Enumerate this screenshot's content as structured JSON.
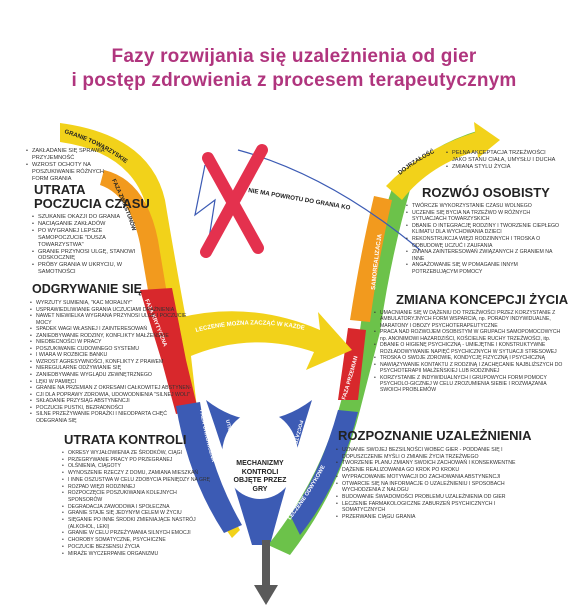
{
  "title_line1": "Fazy rozwijania się uzależnienia od gier",
  "title_line2": "i postęp zdrowienia z procesem terapeutycznym",
  "center_text": "MECHANIZMY KONTROLI OBJĘTE PRZEZ GRY",
  "arrow_labels": {
    "no_return": "NIE MA POWROTU DO GRANIA KONTROLOWANEGO",
    "treatment_start": "LECZENIE MOŻNA ZACZĄĆ W KAŻDEJ FAZIE CHOROBY",
    "left_top": "GRANIE TOWARZYSKIE",
    "left_mid": "FAZA ZWIASTUNÓW",
    "left_lower": "FAZA KRYTYCZNA",
    "left_bottom": "FAZA CHRONICZNA",
    "center_down_left": "UTRATA KONTROLI GRANIA",
    "center_down_right": "POCZĄTEK GRANIA",
    "right_bottom": "LECZENIE ODWYKOWE",
    "right_mid": "FAZA PRZEMIAN",
    "right_upper": "SAMOREALIZACJA",
    "right_top": "DOJRZAŁOŚĆ"
  },
  "colors": {
    "title": "#b0357e",
    "red_arrow": "#d8282c",
    "blue_arrow": "#3c5bb4",
    "yellow_arrow": "#f2d21a",
    "orange_arrow": "#f29a1e",
    "green_arrow": "#6cc24a",
    "cross": "#e4314e",
    "down_arrow": "#5a5a5a"
  },
  "sections": {
    "utrata_czasu": {
      "heading_line1": "UTRATA",
      "heading_line2": "POCZUCIA CZASU",
      "items": [
        "SZUKANIE OKAZJI DO GRANIA",
        "NACIĄGANIE ZAKŁADÓW",
        "PO WYGRANEJ LEPSZE SAMOPOCZUCIE \"DUSZA TOWARZYSTWA\"",
        "GRANIE PRZYNOSI ULGĘ, STANOWI ODSKOCZNIĘ",
        "PRÓBY GRANIA W UKRYCIU, W SAMOTNOŚCI"
      ]
    },
    "top_left_intro": {
      "items": [
        "ZAKŁADANIE SIĘ SPRAWIA PRZYJEMNOŚĆ",
        "WZROST OCHOTY NA POSZUKIWANIE RÓŻNYCH FORM GRANIA"
      ]
    },
    "odgrywanie": {
      "heading": "ODGRYWANIE SIĘ",
      "items": [
        "WYRZUTY SUMIENIA, \"KAC MORALNY\"",
        "USPRAWIEDLIWIANIE GRANIA UCZUCIAMI DRAŻNIENIA",
        "NAWET NIEWIELKA WYGRANA PRZYNOSI ULGĘ I POCZUCIE MOCY",
        "SPADEK WAGI WŁASNEJ I ZAINTERESOWAŃ",
        "ZANIEDBYWANIE RODZINY, KONFLIKTY MAŁŻEŃSKIE",
        "NIEOBECNOŚCI W PRACY",
        "POSZUKIWANIE CUDOWNEGO SYSTEMU",
        "I WIARA W ROZBICIE BANKU",
        "WZROST AGRESYWNOŚCI, KONFLIKTY Z PRAWEM",
        "NIEREGULARNE ODŻYWIANIE SIĘ",
        "ZANIEDBYWANIE WYGLĄDU ZEWNĘTRZNEGO",
        "LĘKI W PAMIĘCI",
        "GRANIE NA PRZEMIAN Z OKRESAMI CAŁKOWITEJ ABSTYNEN-",
        "CJI DLA POPRAWY ZDROWIA, UDOWODNIENIA \"SILNEJ WOLI\"",
        "SKŁADANIE PRZYSIĄG ABSTYNENCJI",
        "POCZUCIE PUSTKI, BEZRADNOŚCI",
        "SILNE PRZEŻYWANIE PORAŻKI I NIEODPARTA CHĘĆ ODEGRANIA SIĘ"
      ]
    },
    "utrata_kontroli": {
      "heading": "UTRATA KONTROLI",
      "items": [
        "OKRESY WYJAŁOWIENIA ZE ŚRODKÓW, CIĄGI",
        "PRZEGRYWANIE PRACY PO PRZEGRANEJ",
        "OLŚNIENIA, CIĄGOTY",
        "WYNOSZENIE RZECZY Z DOMU, ZAMIANA MIESZKAŃ",
        "I INNE OSZUSTWA W CELU ZDOBYCIA PIENIĘDZY NA GRĘ",
        "ROZPAD WIĘZI RODZINNEJ",
        "ROZPOCZĘCIE POSZUKIWANIA KOLEJNYCH SPONSORÓW",
        "DEGRADACJA ZAWODOWA I SPOŁECZNA",
        "GRANIE STAJE SIĘ JEDYNYM CELEM W ŻYCIU",
        "SIĘGANIE PO INNE ŚRODKI ZMIENIAJĄCE NASTRÓJ (ALKOHOL, LEKI)",
        "GRANIE W CELU PRZEŻYWANIA SILNYCH EMOCJI",
        "CHOROBY SOMATYCZNE, PSYCHICZNE",
        "POCZUCIE BEZSENSU ŻYCIA",
        "MIRAŻE WYCZERPANIE ORGANIZMU"
      ]
    },
    "rozwoj": {
      "heading": "ROZWÓJ OSOBISTY",
      "items": [
        "TWÓRCZE WYKORZYSTANIE CZASU WOLNEGO",
        "UCZENIE SIĘ BYCIA NA TRZEŹWO W RÓŻNYCH SYTUACJACH TOWARZYSKICH",
        "DBANIE O INTEGRACJĘ RODZINY I TWORZENIE CIEPŁEGO KLIMATU DLA WYCHOWANIA DZIECI",
        "REKONSTRUKCJA WIĘZI RODZINNYCH I TROSKA O ODBUDOWĘ UCZUĆ I ZAUFANIA",
        "ZMIANA ZAINTERESOWAŃ ZWIĄZANYCH Z GRANIEM NA INNE",
        "ANGAŻOWANIE SIĘ W POMAGANIE INNYM POTRZEBUJĄCYM POMOCY"
      ]
    },
    "top_right_intro": {
      "items": [
        "PEŁNA AKCEPTACJA TRZEŹWOŚCI JAKO STANU CIAŁA, UMYSŁU I DUCHA",
        "ZMIANA STYLU ŻYCIA"
      ]
    },
    "zmiana": {
      "heading": "ZMIANA KONCEPCJI ŻYCIA",
      "items": [
        "UMACNIANIE SIĘ W DĄŻENIU DO TRZEŹWOŚCI PRZEZ KORZYSTANIE Z AMBULATORYJNYCH FORM WSPARCIA, np. PORADY INDYWIDUALNE, MARATONY I OBOZY PSYCHOTERAPEUTYCZNE",
        "PRACA NAD ROZWOJEM OSOBISTYM W GRUPACH SAMOPOMOCOWYCH np. ANONIMOWI HAZARDZIŚCI, KOŚCIELNE RUCHY TRZEŹWOŚCI, itp.",
        "DBANIE O HIGIENĘ PSYCHICZNĄ - UMIEJĘTNE I KONSTRUKTYWNE ROZŁADOWYWANIE NAPIĘĆ PSYCHICZNYCH W SYTUACJI STRESOWEJ",
        "TROSKA O SWOJE ZDROWIE, KONDYCJĘ FIZYCZNĄ I PSYCHICZNĄ",
        "NAWIĄZYWANIE KONTAKTU Z RODZINĄ I ZACHĘCANIE NAJBLIŻSZYCH DO PSYCHOTERAPII MAŁŻEŃSKIEJ LUB RODZINNEJ",
        "KORZYSTANIE Z INDYWIDUALNYCH I GRUPOWYCH FORM POMOCY PSYCHOLO-GICZNEJ W CELU ZROZUMIENIA SIEBIE I ROZWIĄZANIA SWOICH PROBLEMÓW"
      ]
    },
    "rozpoznanie": {
      "heading": "ROZPOZNANIE UZALEŻNIENIA",
      "items": [
        "UZNANIE SWOJEJ BEZSILNOŚCI WOBEC GIER - PODDANIE SIĘ I DOPUSZCZENIE MYŚLI O ZMIANIE ŻYCIA TRZEŹWEGO",
        "TWORZENIE PLANU ZMIANY SWOICH ZACHOWAŃ I KONSEKWENTNE DĄŻENIE REALIZOWANIA GO KROK PO KROKU",
        "WYPRACOWANIE MOTYWACJI DO ZACHOWANIA ABSTYNENCJI",
        "OTWARCIE SIĘ NA INFORMACJE O UZALEŻNIENIU I SPOSOBACH WYCHODZENIA Z NAŁOGU",
        "BUDOWANIE ŚWIADOMOŚCI PROBLEMU UZALEŻNIENIA OD GIER",
        "LECZENIE FARMAKOLOGICZNE ZABURZEŃ PSYCHICZNYCH I SOMATYCZNYCH",
        "PRZERWANIE CIĄGU GRANIA"
      ]
    }
  }
}
